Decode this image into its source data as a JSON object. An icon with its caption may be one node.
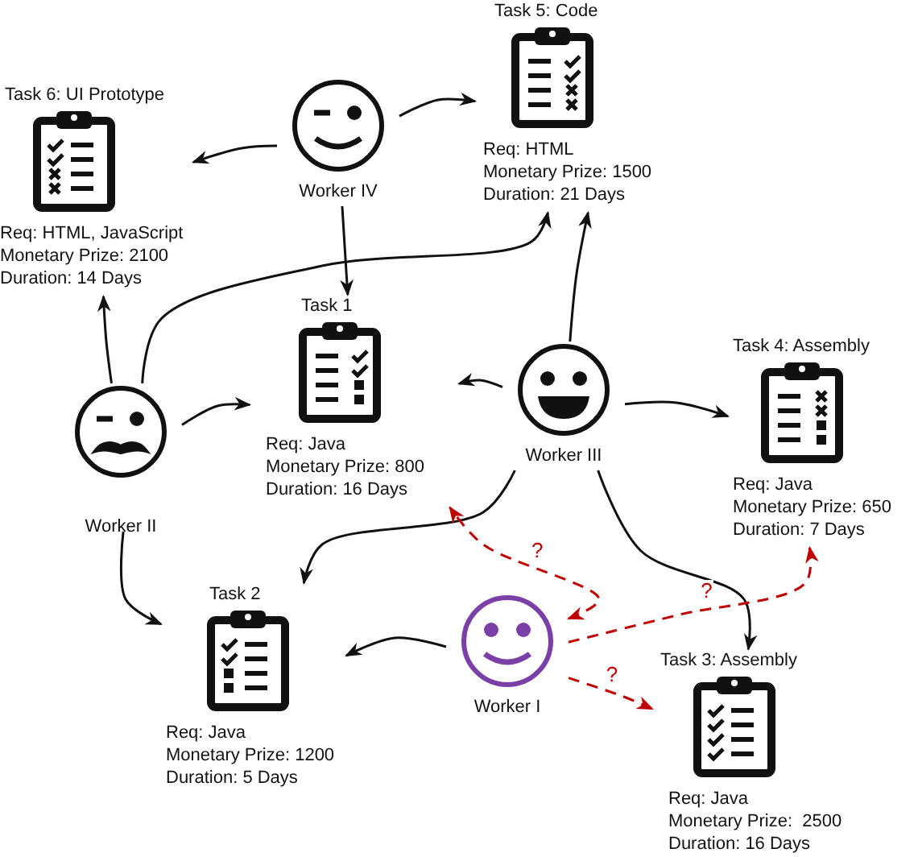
{
  "diagram": {
    "nodes": [
      {
        "text": [
          "Task 5: Code",
          "Req: HTML",
          "Monetary Prize: 1500",
          "Duration: 21 Days"
        ]
      },
      {
        "text": [
          "Task 6: UI Prototype",
          "Req: HTML, JavaScript",
          "Monetary Prize: 2100",
          "Duration: 14 Days"
        ]
      },
      {
        "text": [
          "Worker IV"
        ]
      },
      {
        "text": [
          "Task 1",
          "Req: Java",
          "Monetary Prize: 800",
          "Duration: 16 Days"
        ]
      },
      {
        "text": [
          "Task 4: Assembly",
          "Req: Java",
          "Monetary Prize: 650",
          "Duration: 7 Days"
        ]
      },
      {
        "text": [
          "Worker II"
        ]
      },
      {
        "text": [
          "Worker III"
        ]
      },
      {
        "text": [
          "Task 2",
          "Req: Java",
          "Monetary Prize: 1200",
          "Duration: 5 Days"
        ]
      },
      {
        "text": [
          "Worker I"
        ]
      },
      {
        "text": [
          "Task 3: Assembly",
          "Req: Java",
          "Monetary Prize:  2500",
          "Duration: 16 Days"
        ]
      }
    ],
    "edges": [
      {
        "from": 2,
        "to": 1,
        "arrow": "to"
      },
      {
        "from": 2,
        "to": 0,
        "arrow": "to"
      },
      {
        "from": 2,
        "to": 3,
        "arrow": "to"
      },
      {
        "from": 5,
        "to": 1,
        "arrow": "to"
      },
      {
        "from": 5,
        "to": 0,
        "arrow": "to"
      },
      {
        "from": 5,
        "to": 3,
        "arrow": "to"
      },
      {
        "from": 5,
        "to": 7,
        "arrow": "to"
      },
      {
        "from": 6,
        "to": 3,
        "arrow": "to"
      },
      {
        "from": 6,
        "to": 4,
        "arrow": "to"
      },
      {
        "from": 6,
        "to": 0,
        "arrow": "to"
      },
      {
        "from": 6,
        "to": 7,
        "arrow": "to"
      },
      {
        "from": 6,
        "to": 9,
        "arrow": "to"
      },
      {
        "from": 8,
        "to": 7,
        "arrow": "to"
      },
      {
        "from": 8,
        "to": 3,
        "arrow": "both",
        "label": "?",
        "style": "dashed",
        "color": "#c00000"
      },
      {
        "from": 8,
        "to": 4,
        "arrow": "to",
        "label": "?",
        "style": "dashed",
        "color": "#c00000"
      },
      {
        "from": 8,
        "to": 9,
        "arrow": "to",
        "label": "?",
        "style": "dashed",
        "color": "#c00000"
      }
    ]
  }
}
